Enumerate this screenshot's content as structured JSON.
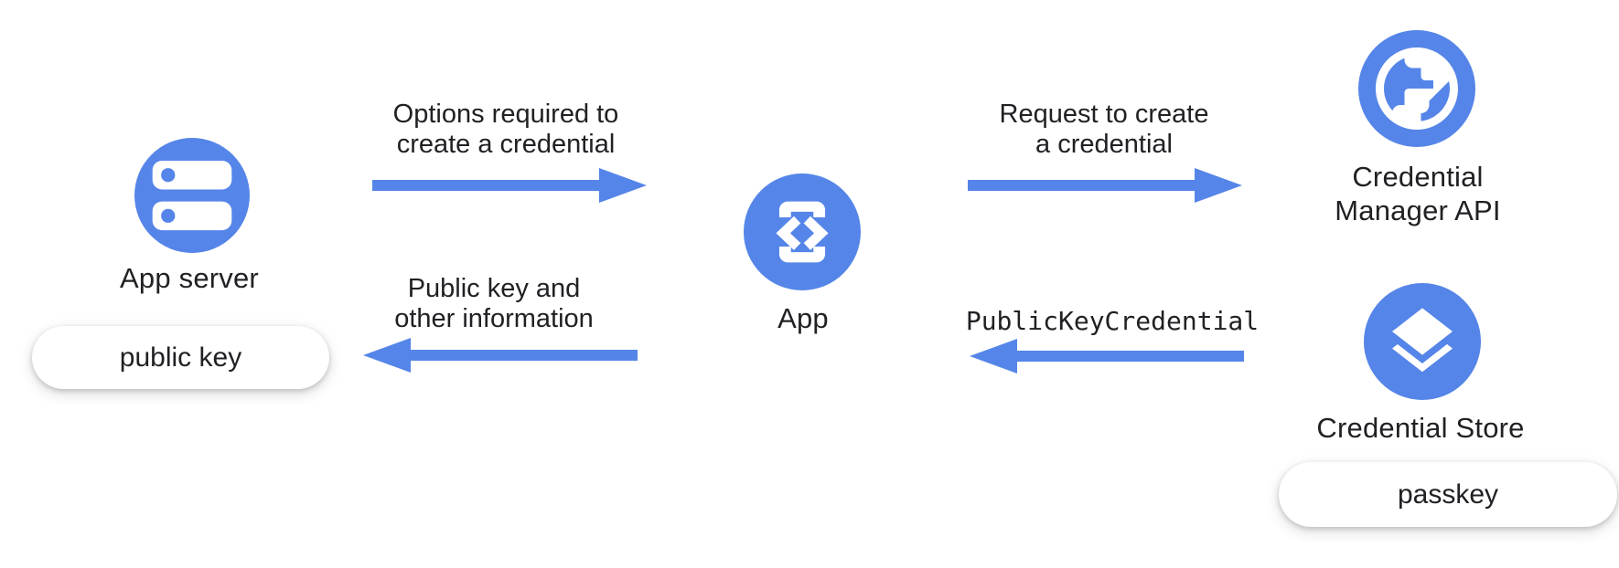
{
  "colors": {
    "primary_blue": "#5585E8",
    "text": "#202124",
    "pill_background": "#FFFFFF"
  },
  "nodes": {
    "app_server": {
      "label": "App server",
      "tag": "public key",
      "icon": "server-icon"
    },
    "app": {
      "label": "App",
      "icon": "developer-mode-icon"
    },
    "credential_manager": {
      "line1": "Credential",
      "line2": "Manager API",
      "icon": "globe-icon"
    },
    "credential_store": {
      "label": "Credential Store",
      "tag": "passkey",
      "icon": "layers-icon"
    }
  },
  "flows": {
    "options": {
      "line1": "Options required to",
      "line2": "create a credential",
      "direction": "right"
    },
    "request": {
      "line1": "Request to create",
      "line2": "a credential",
      "direction": "right"
    },
    "public_key_return": {
      "line1": "Public key and",
      "line2": "other information",
      "direction": "left"
    },
    "credential_return": {
      "line1": "PublicKeyCredential",
      "direction": "left"
    }
  }
}
